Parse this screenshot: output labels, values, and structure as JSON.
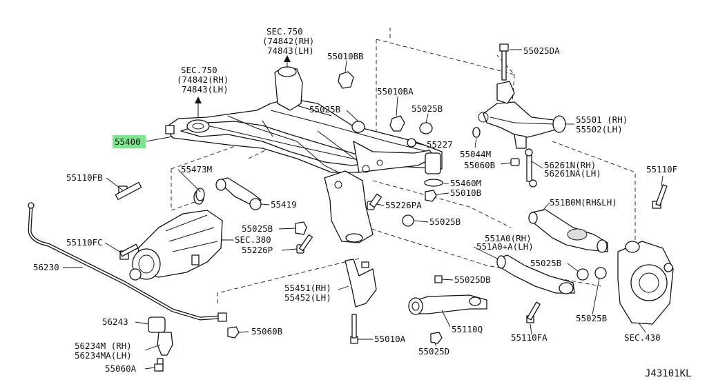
{
  "diagram_id": "J43101KL",
  "highlighted_part": "55400",
  "highlight_color": "#7fe38f",
  "labels": {
    "sec750_a_title": "SEC.750",
    "sec750_a_rh": "(74842(RH)",
    "sec750_a_lh": "74843(LH)",
    "sec750_b_title": "SEC.750",
    "sec750_b_rh": "(74842(RH)",
    "sec750_b_lh": "74843(LH)",
    "p55400": "55400",
    "p55010bb": "55010BB",
    "p55010ba": "55010BA",
    "p55025b_top": "55025B",
    "p55025b_top2": "55025B",
    "p55025da": "55025DA",
    "p55501": "55501 (RH)",
    "p55502": "55502(LH)",
    "p55227": "55227",
    "p55044m": "55044M",
    "p55060b": "55060B",
    "p56261n": "56261N(RH)",
    "p56261na": "56261NA(LH)",
    "p55110f": "55110F",
    "p55110fb": "55110FB",
    "p55473m": "55473M",
    "p55460m": "55460M",
    "p55010b": "55010B",
    "p55419": "55419",
    "p55226pa": "55226PA",
    "p551b0m": "551B0M(RH&LH)",
    "p55025b_mid": "55025B",
    "p55025b_left": "55025B",
    "p55110fc": "55110FC",
    "sec380": "SEC.380",
    "p551a0": "551A0(RH)",
    "p551a0a": "551A0+A(LH)",
    "p56230": "56230",
    "p55226p": "55226P",
    "p55025b_r1": "55025B",
    "p55451": "55451(RH)",
    "p55452": "55452(LH)",
    "p55025db": "55025DB",
    "p55025b_r2": "55025B",
    "p56243": "56243",
    "p55060b_low": "55060B",
    "p55110q": "55110Q",
    "p56234m": "56234M (RH)",
    "p56234ma": "56234MA(LH)",
    "p55010a": "55010A",
    "p55110fa": "55110FA",
    "sec430": "SEC.430",
    "p55060a": "55060A",
    "p55025d": "55025D"
  }
}
